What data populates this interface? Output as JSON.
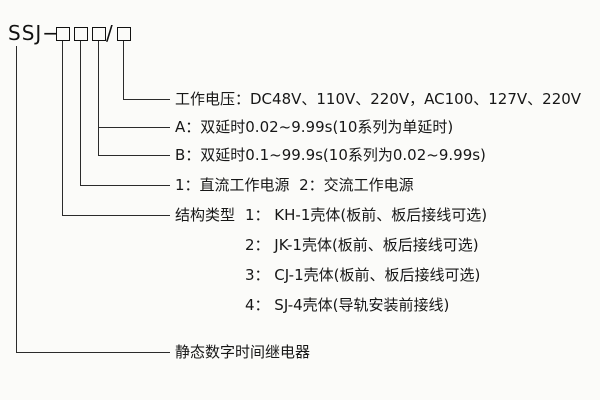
{
  "page": {
    "colors": {
      "background": "#fbfbf9",
      "line": "#2b2b2b",
      "text": "#171717"
    }
  },
  "model": {
    "prefix": "SSJ−",
    "separator": "/"
  },
  "labels": {
    "voltage": "工作电压：DC48V、110V、220V，AC100、127V、220V",
    "delay_a": "A：双延时0.02~9.99s(10系列为单延时)",
    "delay_b": "B：双延时0.1~99.9s(10系列为0.02~9.99s)",
    "power": "1：直流工作电源  2：交流工作电源",
    "structure_title": "结构类型",
    "structure_options": [
      "1： KH-1壳体(板前、板后接线可选)",
      "2： JK-1壳体(板前、板后接线可选)",
      "3： CJ-1壳体(板前、板后接线可选)",
      "4： SJ-4壳体(导轨安装前接线)"
    ],
    "product": "静态数字时间继电器"
  }
}
